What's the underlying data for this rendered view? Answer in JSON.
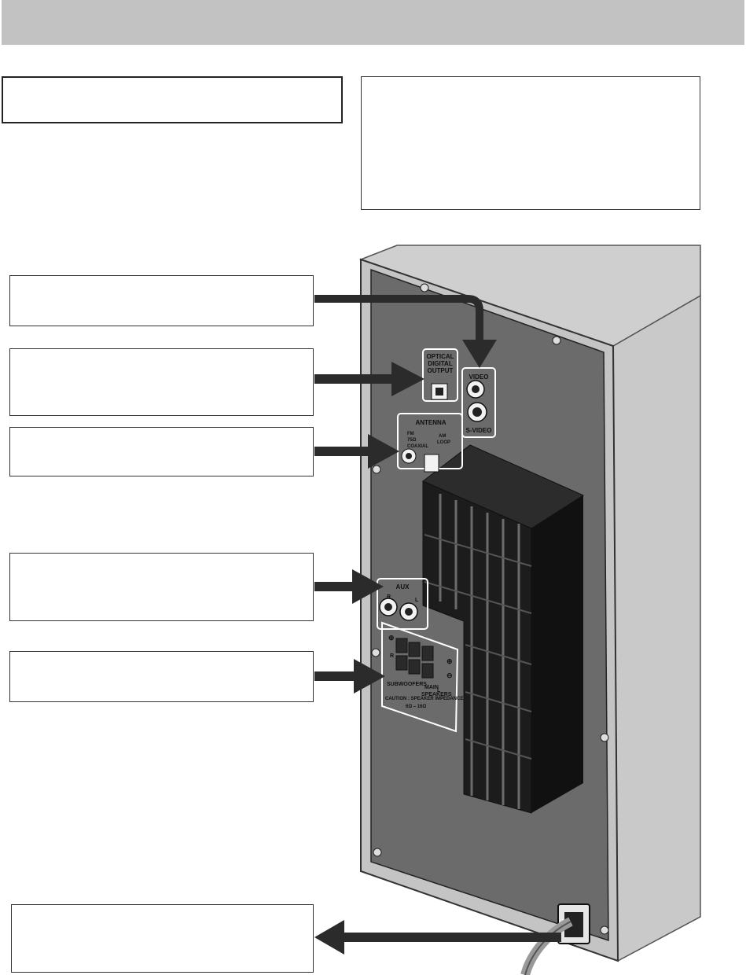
{
  "header": {
    "title": ""
  },
  "callouts": {
    "top_left": "",
    "top_right": "",
    "video": "",
    "optical": "",
    "antenna": "",
    "aux": "",
    "speakers": "",
    "power": ""
  },
  "panel_labels": {
    "optical": [
      "OPTICAL",
      "DIGITAL",
      "OUTPUT"
    ],
    "video": "VIDEO",
    "s_video": "S-VIDEO",
    "antenna": "ANTENNA",
    "fm": [
      "FM",
      "75Ω",
      "COAXIAL"
    ],
    "am": [
      "AM",
      "LOOP"
    ],
    "aux": "AUX",
    "aux_r": "R",
    "aux_l": "L",
    "subwoofers": "SUBWOOFERS",
    "main_speakers": [
      "MAIN",
      "SPEAKERS"
    ],
    "caution": [
      "CAUTION : SPEAKER IMPEDANCE",
      "6Ω – 16Ω"
    ],
    "plus": "⊕",
    "minus": "⊖",
    "r": "R",
    "l": "L"
  },
  "colors": {
    "header": "#c2c2c2",
    "panel": "#6b6b6b",
    "cabinet": "#c9c9c9",
    "heatsink": "#1c1c1c",
    "arrow": "#2b2b2b"
  },
  "icons": [
    "arrow-right-icon",
    "arrow-left-icon",
    "arrow-down-icon",
    "screw-icon"
  ]
}
